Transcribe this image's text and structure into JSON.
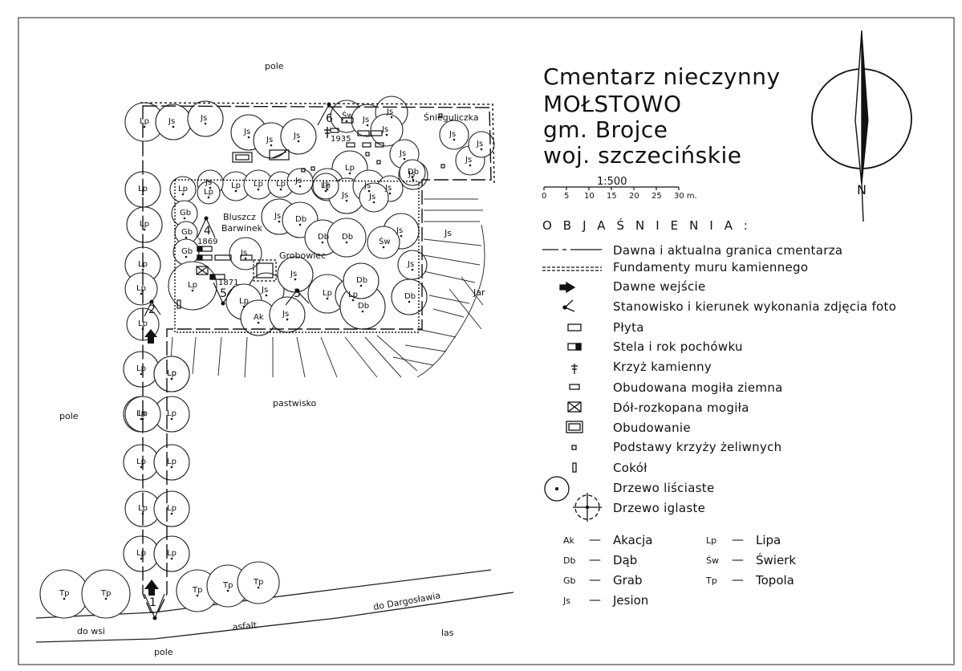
{
  "title": {
    "line1": "Cmentarz nieczynny",
    "line2": "MOŁSTOWO",
    "line3": "gm. Brojce",
    "line4": "woj. szczecińskie"
  },
  "scale": {
    "ratio": "1:500",
    "ticks": [
      "0",
      "5",
      "10",
      "15",
      "20",
      "25",
      "30 m."
    ]
  },
  "north_label": "N",
  "legend": {
    "heading": "OBJAŚNIENIA:",
    "items": [
      {
        "symbol": "boundary-line",
        "label": "Dawna i aktualna granica cmentarza"
      },
      {
        "symbol": "wall-foundation",
        "label": "Fundamenty muru kamiennego"
      },
      {
        "symbol": "entrance-arrow",
        "label": "Dawne wejście"
      },
      {
        "symbol": "photo-station",
        "label": "Stanowisko i kierunek wykonania zdjęcia foto"
      },
      {
        "symbol": "slab",
        "label": "Płyta"
      },
      {
        "symbol": "stele",
        "label": "Stela i rok pochówku"
      },
      {
        "symbol": "stone-cross",
        "label": "Krzyż kamienny"
      },
      {
        "symbol": "earth-grave",
        "label": "Obudowana mogiła ziemna"
      },
      {
        "symbol": "dug-grave",
        "label": "Dół-rozkopana mogiła"
      },
      {
        "symbol": "enclosure",
        "label": "Obudowanie"
      },
      {
        "symbol": "cross-base",
        "label": "Podstawy krzyży żeliwnych"
      },
      {
        "symbol": "plinth",
        "label": "Cokół"
      },
      {
        "symbol": "deciduous-tree",
        "label": "Drzewo liściaste"
      },
      {
        "symbol": "conifer-tree",
        "label": "Drzewo iglaste"
      }
    ]
  },
  "species": [
    {
      "abbr": "Ak",
      "name": "Akacja"
    },
    {
      "abbr": "Db",
      "name": "Dąb"
    },
    {
      "abbr": "Gb",
      "name": "Grab"
    },
    {
      "abbr": "Js",
      "name": "Jesion"
    },
    {
      "abbr": "Lp",
      "name": "Lipa"
    },
    {
      "abbr": "Św",
      "name": "Świerk"
    },
    {
      "abbr": "Tp",
      "name": "Topola"
    }
  ],
  "map_labels": {
    "pole_top": "pole",
    "pole_left": "pole",
    "pole_bottom": "pole",
    "pastwisko": "pastwisko",
    "jar": "Jar",
    "js_outside": "Js",
    "snieguliczka": "Śnieguliczka",
    "bluszcz": "Bluszcz",
    "barwinek": "Barwinek",
    "grobowiec": "Grobowiec",
    "year_1869": "1869",
    "year_1871": "1871",
    "year_1935": "1935",
    "do_wsi": "do wsi",
    "asfalt": "asfalt",
    "do_dargoslawia": "do Dargosławia",
    "las": "las"
  },
  "stations": [
    "1",
    "2",
    "3",
    "4",
    "5",
    "6"
  ],
  "trees": [
    {
      "sp": "Lp"
    },
    {
      "sp": "Js"
    },
    {
      "sp": "Js"
    },
    {
      "sp": "Js"
    },
    {
      "sp": "Js"
    },
    {
      "sp": "Js"
    },
    {
      "sp": "Sw"
    },
    {
      "sp": "Js"
    },
    {
      "sp": "Js"
    },
    {
      "sp": "Js"
    },
    {
      "sp": "Js"
    },
    {
      "sp": "Js"
    },
    {
      "sp": "Js"
    },
    {
      "sp": "Js"
    },
    {
      "sp": "Js"
    },
    {
      "sp": "Db"
    },
    {
      "sp": "Lp"
    },
    {
      "sp": "Js"
    },
    {
      "sp": "Js"
    },
    {
      "sp": "Js"
    },
    {
      "sp": "Lp"
    },
    {
      "sp": "Lp"
    },
    {
      "sp": "Js"
    },
    {
      "sp": "Lp"
    },
    {
      "sp": "Lp"
    },
    {
      "sp": "Js"
    },
    {
      "sp": "Lp"
    },
    {
      "sp": "Lp"
    },
    {
      "sp": "Js"
    },
    {
      "sp": "Js"
    },
    {
      "sp": "Js"
    },
    {
      "sp": "Gb"
    },
    {
      "sp": "Gb"
    },
    {
      "sp": "Gb"
    },
    {
      "sp": "Js"
    },
    {
      "sp": "Db"
    },
    {
      "sp": "Db"
    },
    {
      "sp": "Db"
    },
    {
      "sp": "Sw"
    },
    {
      "sp": "Js"
    },
    {
      "sp": "Lp"
    },
    {
      "sp": "Js"
    },
    {
      "sp": "Js"
    },
    {
      "sp": "Lp"
    },
    {
      "sp": "Js"
    },
    {
      "sp": "Lp"
    },
    {
      "sp": "Ak"
    },
    {
      "sp": "Js"
    },
    {
      "sp": "Lp"
    },
    {
      "sp": "Db"
    },
    {
      "sp": "Db"
    },
    {
      "sp": "Db"
    },
    {
      "sp": "Lp"
    },
    {
      "sp": "Lp"
    },
    {
      "sp": "Lp"
    },
    {
      "sp": "Lp"
    },
    {
      "sp": "Lp"
    },
    {
      "sp": "Lp"
    },
    {
      "sp": "Lp"
    },
    {
      "sp": "Lp"
    },
    {
      "sp": "Lp"
    },
    {
      "sp": "Lp"
    },
    {
      "sp": "Lp"
    },
    {
      "sp": "Lp"
    },
    {
      "sp": "Lp"
    },
    {
      "sp": "Lp"
    },
    {
      "sp": "Lp"
    },
    {
      "sp": "Lp"
    },
    {
      "sp": "Lp"
    },
    {
      "sp": "Tp"
    },
    {
      "sp": "Tp"
    },
    {
      "sp": "Tp"
    },
    {
      "sp": "Tp"
    },
    {
      "sp": "Tp"
    }
  ]
}
